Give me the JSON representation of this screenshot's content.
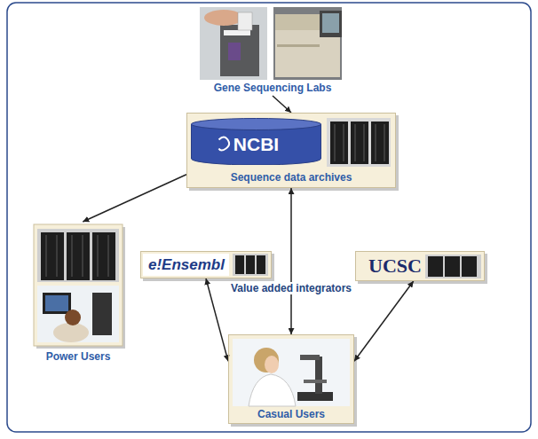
{
  "diagram": {
    "nodes": [
      {
        "text": [
          "Gene Sequencing Labs"
        ]
      },
      {
        "text": [
          "Sequence data archives"
        ]
      },
      {
        "text": [
          "NCBI"
        ],
        "in": 1
      },
      {
        "text": [
          "Power Users"
        ]
      },
      {
        "text": [
          "e!Ensembl"
        ]
      },
      {
        "text": [
          "UCSC"
        ]
      },
      {
        "text": [
          "Casual Users"
        ]
      }
    ],
    "edges": [
      {
        "from": 0,
        "to": 1,
        "arrow": "to"
      },
      {
        "from": 1,
        "to": 3,
        "arrow": "to"
      },
      {
        "from": 1,
        "to": 6,
        "arrow": "both"
      },
      {
        "from": 4,
        "to": 6,
        "arrow": "both"
      },
      {
        "from": 5,
        "to": 6,
        "arrow": "both"
      }
    ],
    "labels": [
      "Value added integrators"
    ]
  }
}
